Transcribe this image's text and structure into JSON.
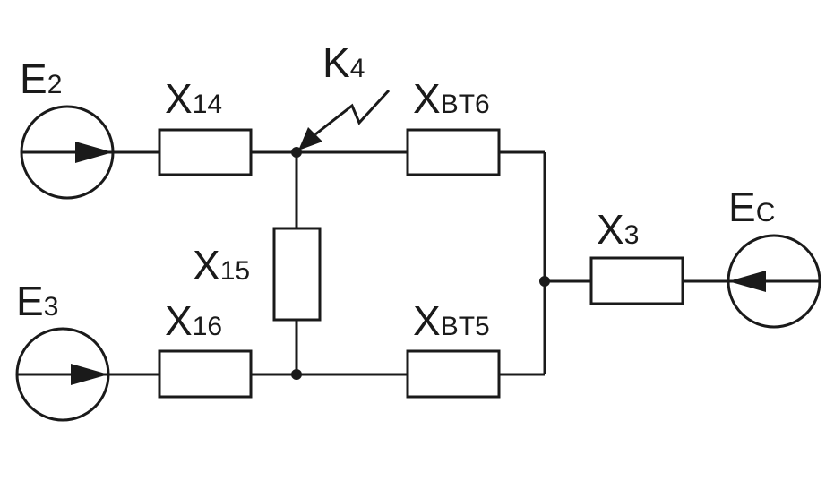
{
  "sources": {
    "e2": {
      "letter": "E",
      "sub": "2"
    },
    "e3": {
      "letter": "E",
      "sub": "3"
    },
    "ec": {
      "letter": "E",
      "sub": "C"
    }
  },
  "resistors": {
    "x14": {
      "letter": "X",
      "sub": "14"
    },
    "x16": {
      "letter": "X",
      "sub": "16"
    },
    "x15": {
      "letter": "X",
      "sub": "15"
    },
    "xbt6": {
      "letter": "X",
      "sub": "BT6"
    },
    "xbt5": {
      "letter": "X",
      "sub": "BT5"
    },
    "x3": {
      "letter": "X",
      "sub": "3"
    }
  },
  "fault": {
    "letter": "K",
    "sub": "4"
  }
}
